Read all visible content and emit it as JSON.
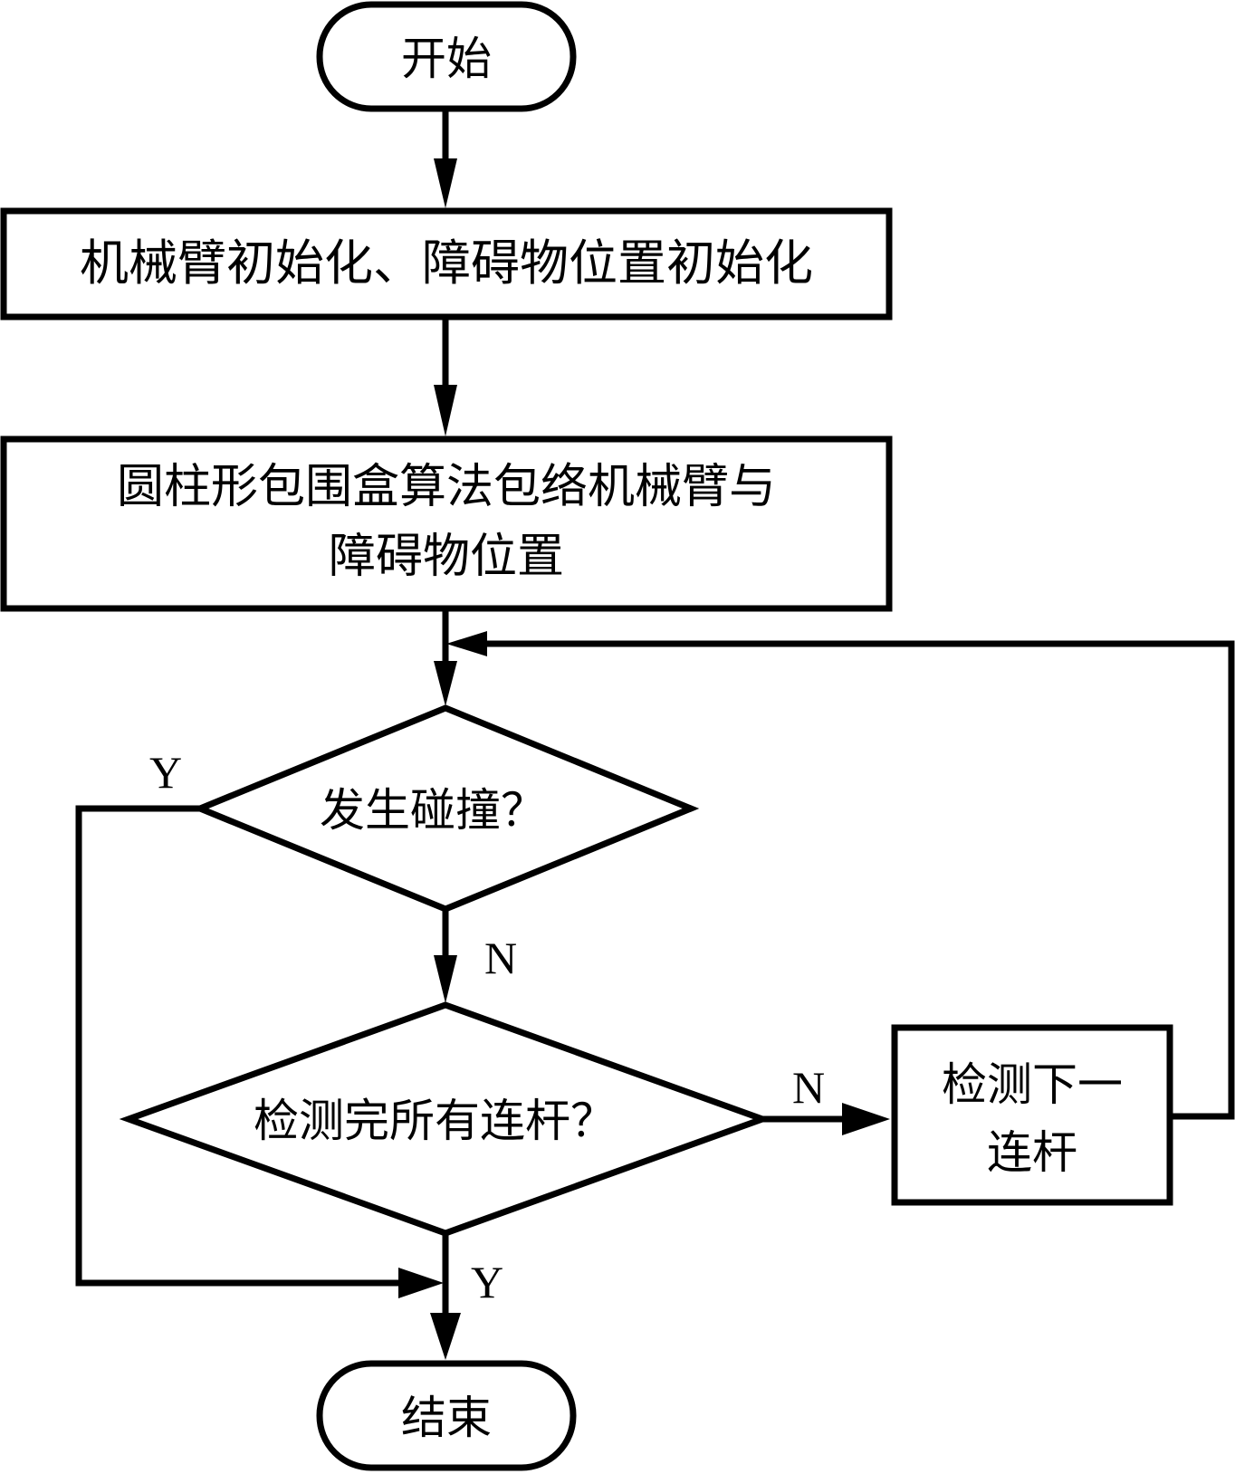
{
  "nodes": {
    "start": {
      "type": "terminator",
      "text": "开始"
    },
    "init": {
      "type": "process",
      "text": "机械臂初始化、障碍物位置初始化"
    },
    "bounding": {
      "type": "process",
      "lines": [
        "圆柱形包围盒算法包络机械臂与",
        "障碍物位置"
      ]
    },
    "collision": {
      "type": "decision",
      "text": "发生碰撞？"
    },
    "all_links": {
      "type": "decision",
      "text": "检测完所有连杆？"
    },
    "next_link": {
      "type": "process",
      "lines": [
        "检测下一",
        "连杆"
      ]
    },
    "end": {
      "type": "terminator",
      "text": "结束"
    }
  },
  "edges": [
    {
      "from": "start",
      "to": "init",
      "label": ""
    },
    {
      "from": "init",
      "to": "bounding",
      "label": ""
    },
    {
      "from": "bounding",
      "to": "collision",
      "label": ""
    },
    {
      "from": "collision",
      "to": "end",
      "label": "Y"
    },
    {
      "from": "collision",
      "to": "all_links",
      "label": "N"
    },
    {
      "from": "all_links",
      "to": "next_link",
      "label": "N"
    },
    {
      "from": "all_links",
      "to": "end",
      "label": "Y"
    },
    {
      "from": "next_link",
      "to": "collision",
      "label": ""
    }
  ],
  "labels": {
    "collision_yes": "Y",
    "collision_no": "N",
    "links_no": "N",
    "links_yes": "Y"
  },
  "colors": {
    "stroke": "#000000",
    "fill": "#ffffff"
  }
}
